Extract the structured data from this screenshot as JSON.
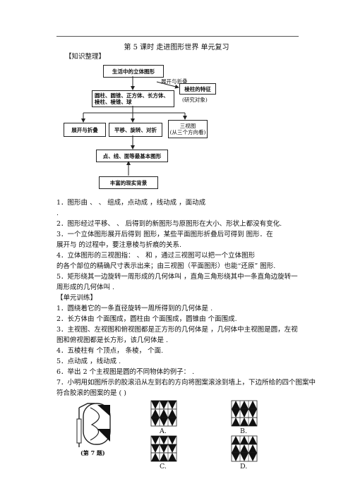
{
  "header": {
    "title": "第 5 课时  走进图形世界  单元复习"
  },
  "section1": {
    "label": "【知识整理】"
  },
  "flowchart": {
    "top": "生活中的立体图形",
    "unfold": "展开与折叠",
    "prism": "棱柱的特征",
    "solids_line1": "圆柱、圆锥、正方体、长方体、",
    "solids_line2": "棱柱、棱锥、球",
    "research": "(研究对象)",
    "left": "展开与折叠",
    "middle": "平移、旋转、对折",
    "right_line1": "三视图",
    "right_line2": "(从三个方向看)",
    "basic": "点、线、面等最基本图形",
    "bottom": "丰富的现实背景"
  },
  "knowledge": {
    "q1a": "1．图形由          、          、          组成，点动成          ，线动成          ，面动成",
    "q1b": "          .",
    "q2": "2．图形经过平移、          、          后得到的新图形与原图形在大小、形状上都没有变化.",
    "q3a": "3．一个立体图形展开后得到          图形，某些平面图形折叠后可得到          图形．在",
    "q3b": "展开与          的过程中，要注意棱与折痕的关系.",
    "q4a": "4．立体图形的三视图指：          、          和          ，通过三视图可以把一个立体图形",
    "q4b": "的各个部位的精确尺寸表示出来；由三视图（平面图形）也能“还原”          图形.",
    "q5a": "5．矩形绕其一边旋转一周形成的几何体叫          ，直角三角形绕其中一条直角边旋转一",
    "q5b": "周形成的几何体叫          ."
  },
  "section2": {
    "label": "【单元训练】"
  },
  "training": {
    "q1": "1．圆绕着它的一条直径旋转一周所得到的几何体是          .",
    "q2": "2．长方体由          个面围成，圆柱由          个面围成，圆锥由          个面围成.",
    "q3a": "3．主视图、左视图和俯视图都是正方形的几何体是          ，几何体中主视图是圆，左视",
    "q3b": "图和俯视图都是长方形，该几何体是          .",
    "q4": "4．五棱柱有          个顶点，          条棱，          个面.",
    "q5": "5．点动成          ，线动成          .",
    "q6": "6．举出 2 个主视图是圆的不同物体的例子：          .",
    "q7a": "7．小明用如图所示的胶滚沿从左到右的方向将图案滚涂到墙上，下边所给的四个图案中",
    "q7b": "符合胶滚的图案的是    (      )"
  },
  "figure": {
    "caption": "(第 7 题)",
    "option_a": "A.",
    "option_b": "B.",
    "option_c": "C.",
    "option_d": "D."
  }
}
